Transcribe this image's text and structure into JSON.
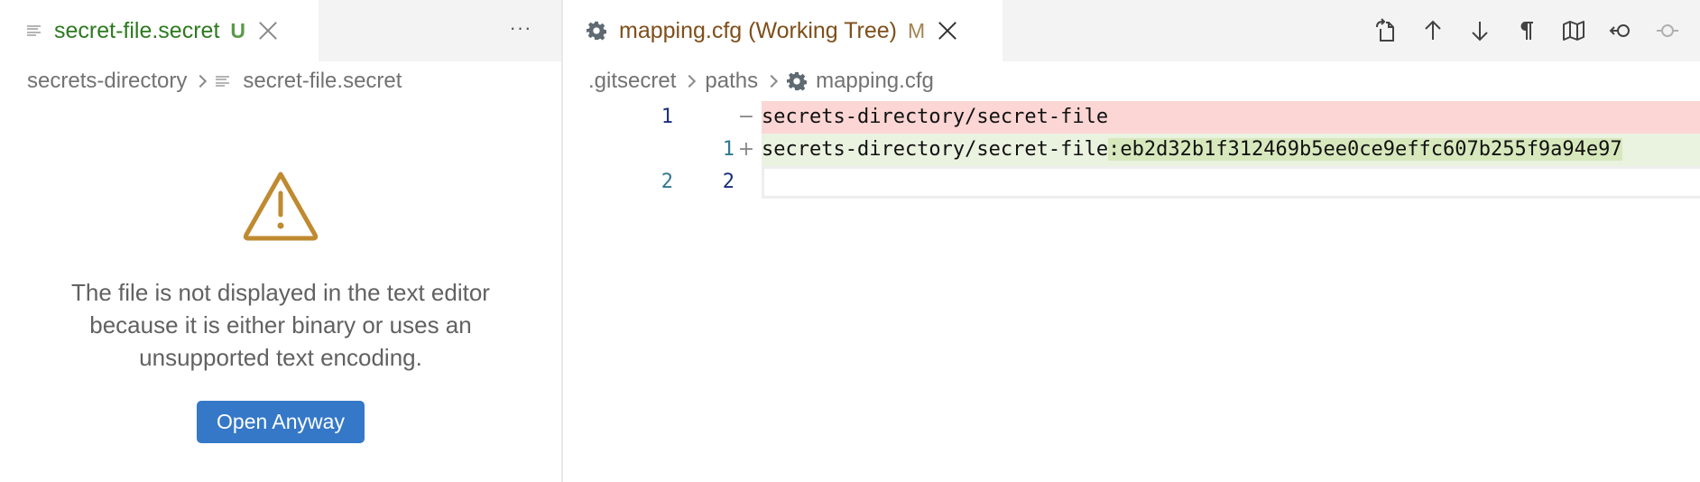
{
  "left_editor": {
    "tab": {
      "label": "secret-file.secret",
      "status": "U",
      "icon": "text-file-icon"
    },
    "more_actions_label": "···",
    "breadcrumb": [
      {
        "label": "secrets-directory"
      },
      {
        "label": "secret-file.secret",
        "icon": "text-file-icon"
      }
    ],
    "notice": {
      "icon": "warning-icon",
      "lines": [
        "The file is not displayed in the text editor",
        "because it is either binary or uses an",
        "unsupported text encoding."
      ],
      "button_label": "Open Anyway"
    }
  },
  "right_editor": {
    "tab": {
      "label": "mapping.cfg (Working Tree)",
      "status": "M",
      "icon": "gear-icon"
    },
    "toolbar": [
      {
        "name": "open-file-icon",
        "title": "Open File"
      },
      {
        "name": "previous-change-icon",
        "title": "Previous Change"
      },
      {
        "name": "next-change-icon",
        "title": "Next Change"
      },
      {
        "name": "show-whitespace-icon",
        "title": "Toggle Whitespace"
      },
      {
        "name": "minimap-icon",
        "title": "Map"
      },
      {
        "name": "revert-icon",
        "title": "Revert"
      },
      {
        "name": "commit-icon",
        "title": "Commit"
      }
    ],
    "breadcrumb": [
      {
        "label": ".gitsecret"
      },
      {
        "label": "paths"
      },
      {
        "label": "mapping.cfg",
        "icon": "gear-icon"
      }
    ],
    "diff": {
      "rows": [
        {
          "type": "deleted",
          "orig": "1",
          "mod": "",
          "marker": "−",
          "text": "secrets-directory/secret-file",
          "added_suffix": ""
        },
        {
          "type": "added",
          "orig": "",
          "mod": "1",
          "marker": "+",
          "text": "secrets-directory/secret-file",
          "added_suffix": ":eb2d32b1f312469b5ee0ce9effc607b255f9a94e97"
        },
        {
          "type": "unchanged",
          "orig": "2",
          "mod": "2",
          "marker": "",
          "text": "",
          "added_suffix": ""
        }
      ]
    }
  },
  "colors": {
    "untracked_tab": "#2d7a1f",
    "modified_tab": "#7f4f1a",
    "warning": "#bf8a30",
    "button": "#3578c8",
    "deleted_line": "#fcd6d4",
    "added_line": "#eaf2e0",
    "added_highlight": "#d8e8bd"
  }
}
